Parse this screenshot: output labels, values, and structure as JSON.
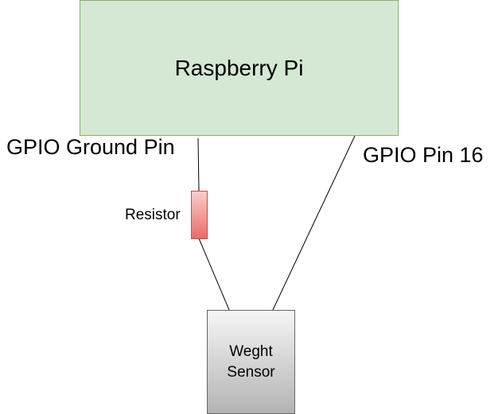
{
  "diagram": {
    "nodes": {
      "raspberry_pi": {
        "label": "Raspberry Pi",
        "fill": "#d5e8d4",
        "stroke": "#82b366"
      },
      "resistor": {
        "label": "Resistor",
        "fill_top": "#f8cecc",
        "fill_bottom": "#ea6b66",
        "stroke": "#b85450"
      },
      "weight_sensor": {
        "label": "Weght\nSensor",
        "fill_top": "#f5f5f5",
        "fill_bottom": "#b3b3b3",
        "stroke": "#666666"
      }
    },
    "edge_labels": {
      "ground": "GPIO Ground Pin",
      "pin16": "GPIO Pin 16"
    },
    "edges": [
      {
        "from": "raspberry_pi",
        "to": "resistor",
        "label": "GPIO Ground Pin"
      },
      {
        "from": "resistor",
        "to": "weight_sensor",
        "label": ""
      },
      {
        "from": "raspberry_pi",
        "to": "weight_sensor",
        "label": "GPIO Pin 16"
      }
    ]
  }
}
